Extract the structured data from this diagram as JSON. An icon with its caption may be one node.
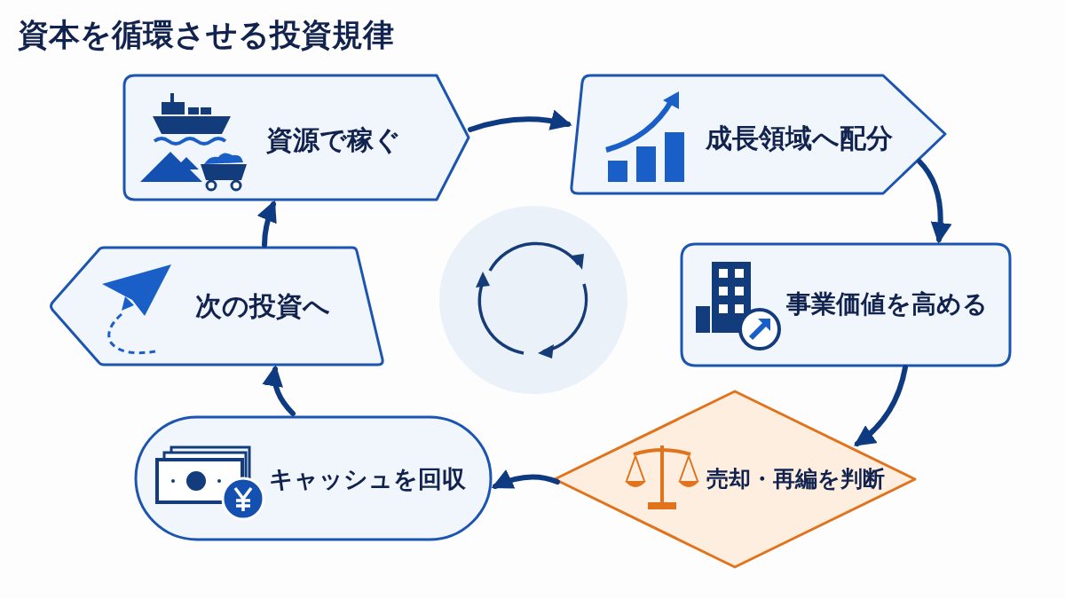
{
  "diagram": {
    "title": "資本を循環させる投資規律",
    "nodes": [
      {
        "text": [
          "資源で稼ぐ"
        ]
      },
      {
        "text": [
          "成長領域へ配分"
        ]
      },
      {
        "text": [
          "事業価値を高める"
        ]
      },
      {
        "text": [
          "売却・再編を判断"
        ]
      },
      {
        "text": [
          "キャッシュを回収"
        ]
      },
      {
        "text": [
          "次の投資へ"
        ]
      }
    ],
    "edges": [
      {
        "from": 0,
        "to": 1,
        "arrow": "to"
      },
      {
        "from": 1,
        "to": 2,
        "arrow": "to"
      },
      {
        "from": 2,
        "to": 3,
        "arrow": "to"
      },
      {
        "from": 3,
        "to": 4,
        "arrow": "to"
      },
      {
        "from": 4,
        "to": 5,
        "arrow": "to"
      },
      {
        "from": 5,
        "to": 0,
        "arrow": "to"
      }
    ]
  }
}
